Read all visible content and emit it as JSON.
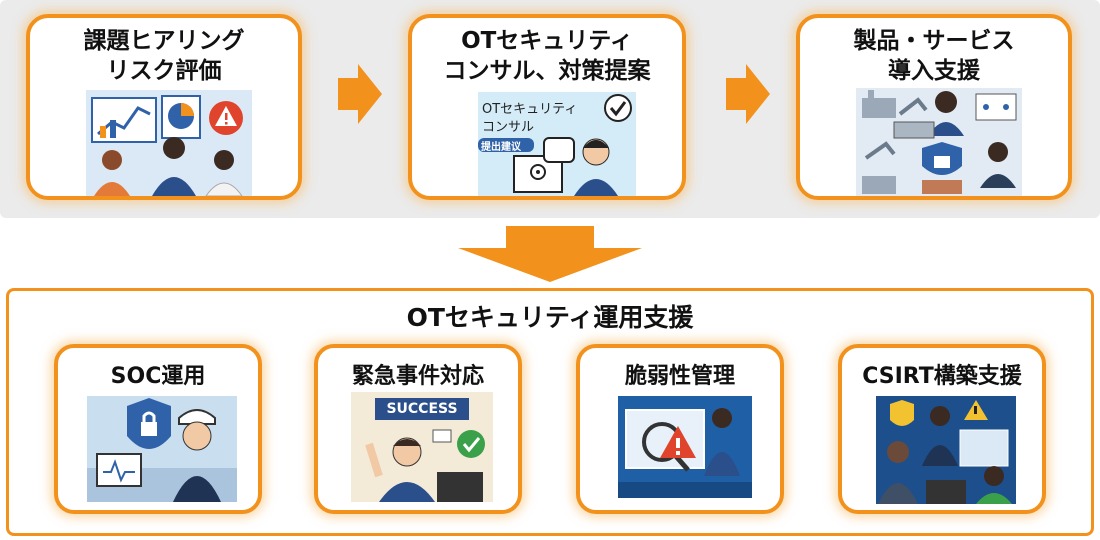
{
  "steps": [
    {
      "title": "課題ヒアリング\nリスク評価",
      "icon": "risk-assessment-meeting-illustration"
    },
    {
      "title": "OTセキュリティ\nコンサル、対策提案",
      "icon": "ot-security-consultant-illustration",
      "image_text_1": "OTセキュリティ",
      "image_text_2": "コンサル",
      "image_badge": "提出建议"
    },
    {
      "title": "製品・サービス\n導入支援",
      "icon": "product-deployment-support-illustration"
    }
  ],
  "operation": {
    "title": "OTセキュリティ運用支援",
    "services": [
      {
        "title": "SOC運用",
        "icon": "soc-operator-illustration"
      },
      {
        "title": "緊急事件対応",
        "icon": "incident-response-illustration",
        "image_badge": "SUCCESS"
      },
      {
        "title": "脆弱性管理",
        "icon": "vulnerability-management-illustration"
      },
      {
        "title": "CSIRT構築支援",
        "icon": "csirt-team-illustration"
      }
    ]
  },
  "colors": {
    "accent": "#f2921c",
    "band": "#ebebeb",
    "alert": "#e0442c",
    "shield": "#2f62a8"
  }
}
